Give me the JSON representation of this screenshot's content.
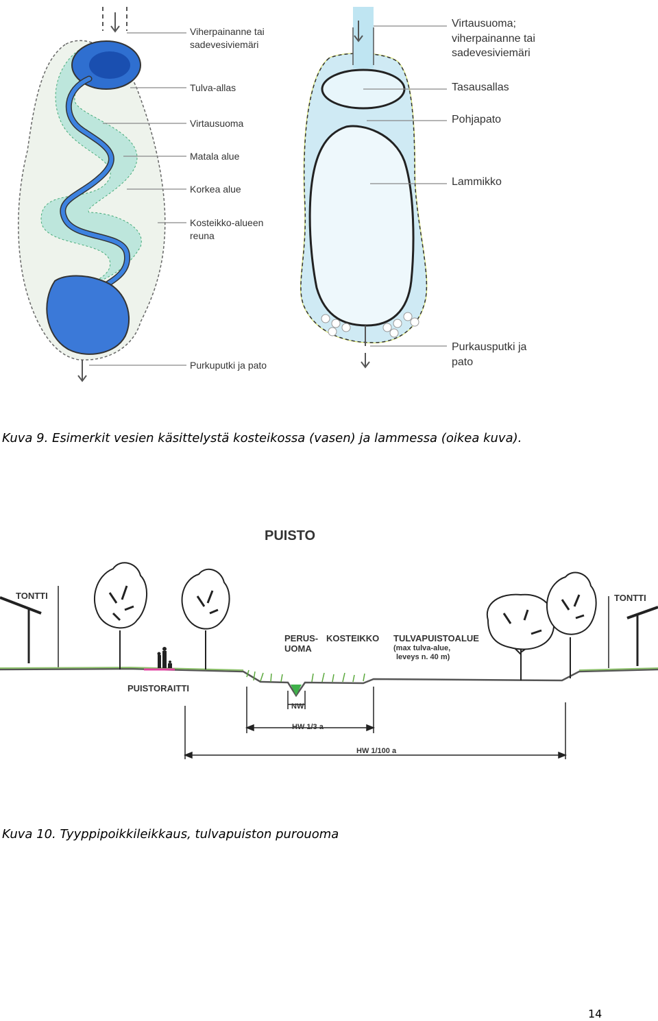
{
  "figure1": {
    "left_labels": {
      "inlet": [
        "Viherpainanne tai",
        "sadevesiviemäri"
      ],
      "flood_basin": "Tulva-allas",
      "flow_channel": "Virtausuoma",
      "shallow_area": "Matala alue",
      "high_area": "Korkea alue",
      "edge": [
        "Kosteikko-alueen",
        "reuna"
      ],
      "outlet": "Purkuputki ja pato"
    },
    "right_labels": {
      "inlet": [
        "Virtausuoma;",
        "viherpainanne tai",
        "sadevesiviemäri"
      ],
      "equalizing_basin": "Tasausallas",
      "bottom_dam": "Pohjapato",
      "pond": "Lammikko",
      "outlet": [
        "Purkausputki ja",
        "pato"
      ]
    },
    "caption": "Kuva 9. Esimerkit vesien käsittelystä kosteikossa (vasen) ja lammessa (oikea kuva)."
  },
  "figure2": {
    "title": "PUISTO",
    "lot_left": "TONTTI",
    "lot_right": "TONTTI",
    "path_label": "PUISTORAITTI",
    "base_channel": [
      "PERUS-",
      "UOMA"
    ],
    "wetland": "KOSTEIKKO",
    "flood_park": "TULVAPUISTOALUE",
    "flood_park_note": [
      "(max tulva-alue,",
      "leveys n. 40 m)"
    ],
    "nw": "NW",
    "hw_3": "HW 1/3 a",
    "hw_100": "HW 1/100 a",
    "caption": "Kuva 10. Tyyppipoikkileikkaus, tulvapuiston purouoma"
  },
  "page_number": "14"
}
